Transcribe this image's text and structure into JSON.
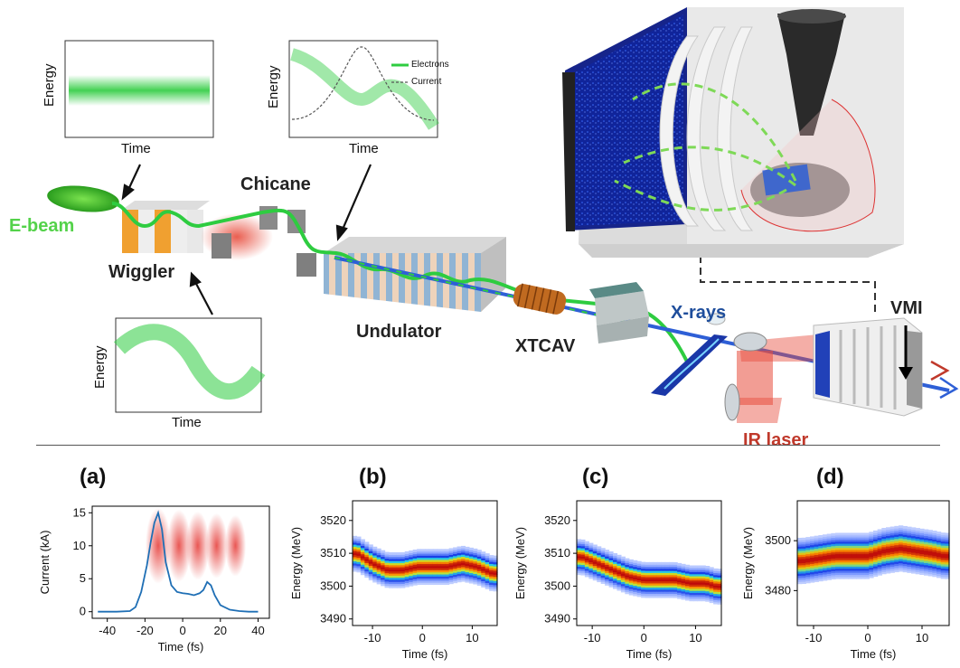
{
  "schematic": {
    "ebeam_label": "E-beam",
    "wiggler_label": "Wiggler",
    "chicane_label": "Chicane",
    "undulator_label": "Undulator",
    "xtcav_label": "XTCAV",
    "xrays_label": "X-rays",
    "vmi_label": "VMI",
    "ir_laser_label": "IR laser",
    "inset1": {
      "xlabel": "Time",
      "ylabel": "Energy"
    },
    "inset2": {
      "xlabel": "Time",
      "ylabel": "Energy",
      "legend": [
        "Electrons",
        "Current"
      ]
    },
    "inset3": {
      "xlabel": "Time",
      "ylabel": "Energy"
    },
    "colors": {
      "ebeam": "#2ecc40",
      "xrays": "#1f4e9c",
      "ir_laser": "#c0392b",
      "beam_line": "#2e5fd6"
    }
  },
  "panels": {
    "a": {
      "letter": "(a)"
    },
    "b": {
      "letter": "(b)"
    },
    "c": {
      "letter": "(c)"
    },
    "d": {
      "letter": "(d)"
    }
  },
  "chart_data": [
    {
      "type": "line",
      "panel": "(a)",
      "xlabel": "Time (fs)",
      "ylabel": "Current (kA)",
      "xlim": [
        -48,
        46
      ],
      "ylim": [
        -1,
        16
      ],
      "xticks": [
        -40,
        -20,
        0,
        20,
        40
      ],
      "yticks": [
        0,
        5,
        10,
        15
      ],
      "series": [
        {
          "x": [
            -45,
            -35,
            -28,
            -25,
            -22,
            -19,
            -17,
            -15,
            -13,
            -11,
            -9,
            -6,
            -3,
            0,
            3,
            6,
            9,
            11,
            13,
            15,
            17,
            20,
            25,
            30,
            35,
            40
          ],
          "y": [
            0,
            0,
            0.1,
            0.7,
            3,
            7,
            10.5,
            13.5,
            15,
            12.5,
            7.5,
            4,
            3,
            2.8,
            2.7,
            2.5,
            2.8,
            3.3,
            4.5,
            4,
            2.5,
            1,
            0.3,
            0.1,
            0,
            0
          ]
        }
      ]
    },
    {
      "type": "heatmap",
      "panel": "(b)",
      "xlabel": "Time (fs)",
      "ylabel": "Energy (MeV)",
      "xlim": [
        -14,
        15
      ],
      "ylim": [
        3488,
        3526
      ],
      "xticks": [
        -10,
        0,
        10
      ],
      "yticks": [
        3490,
        3500,
        3510,
        3520
      ],
      "center_trace": {
        "x": [
          -13,
          -10,
          -7,
          -4,
          -1,
          2,
          5,
          8,
          11,
          14
        ],
        "y": [
          3510,
          3507,
          3505,
          3505,
          3506,
          3506,
          3506,
          3507,
          3506,
          3504
        ]
      }
    },
    {
      "type": "heatmap",
      "panel": "(c)",
      "xlabel": "Time (fs)",
      "ylabel": "Energy (MeV)",
      "xlim": [
        -13,
        15
      ],
      "ylim": [
        3488,
        3526
      ],
      "xticks": [
        -10,
        0,
        10
      ],
      "yticks": [
        3490,
        3500,
        3510,
        3520
      ],
      "center_trace": {
        "x": [
          -12,
          -9,
          -6,
          -3,
          0,
          3,
          6,
          9,
          12,
          14
        ],
        "y": [
          3509,
          3507,
          3505,
          3503,
          3502,
          3502,
          3502,
          3501,
          3501,
          3500
        ]
      }
    },
    {
      "type": "heatmap",
      "panel": "(d)",
      "xlabel": "Time (fs)",
      "ylabel": "Energy (MeV)",
      "xlim": [
        -13,
        15
      ],
      "ylim": [
        3466,
        3516
      ],
      "xticks": [
        -10,
        0,
        10
      ],
      "yticks": [
        3480,
        3500
      ],
      "center_trace": {
        "x": [
          -12,
          -9,
          -6,
          -3,
          0,
          3,
          6,
          9,
          12,
          14
        ],
        "y": [
          3492,
          3493,
          3494,
          3494,
          3494,
          3496,
          3497,
          3496,
          3495,
          3494
        ]
      }
    }
  ]
}
